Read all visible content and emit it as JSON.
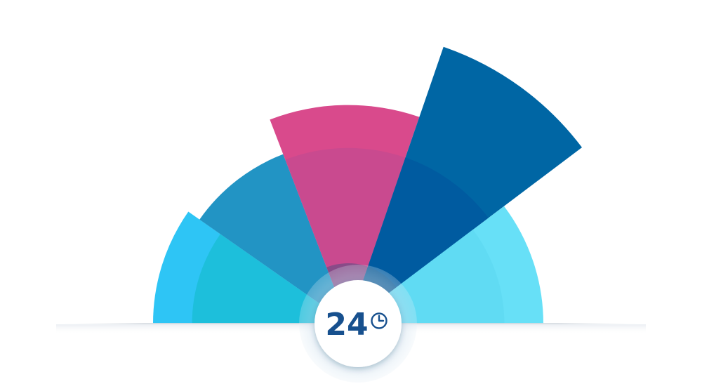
{
  "chart_data": {
    "type": "polar-area",
    "center_label": "24",
    "center_icon": "clock-icon",
    "angle_range_degrees": [
      180,
      0
    ],
    "series": [
      {
        "start_angle": 180,
        "end_angle": 145,
        "radius": 1.0,
        "color": "#2EC5F5"
      },
      {
        "start_angle": 145,
        "end_angle": 111,
        "radius": 0.93,
        "color": "#2294C4"
      },
      {
        "start_angle": 111,
        "end_angle": 71,
        "radius": 1.12,
        "color": "#D94A8C"
      },
      {
        "start_angle": 71,
        "end_angle": 37,
        "radius": 1.5,
        "color": "#0066A4"
      },
      {
        "start_angle": 37,
        "end_angle": 0,
        "radius": 1.0,
        "color": "#67E0F7"
      }
    ],
    "overlays": [
      {
        "start_angle": 180,
        "end_angle": 145,
        "radius": 0.8,
        "color": "#1ABDD6"
      },
      {
        "start_angle": 111,
        "end_angle": 71,
        "radius": 0.9,
        "color": "#C54A8F"
      },
      {
        "start_angle": 71,
        "end_angle": 37,
        "radius": 0.9,
        "color": "#0059A0"
      },
      {
        "start_angle": 37,
        "end_angle": 0,
        "radius": 0.8,
        "color": "#5FD9F2"
      }
    ],
    "colors": {
      "hub_text": "#17508E",
      "hub_fill": "#FFFFFF",
      "hub_halo": "#B9D3E6",
      "hub_inner_tint": "#0E4C7A",
      "baseline": "#D7DCE2"
    }
  }
}
